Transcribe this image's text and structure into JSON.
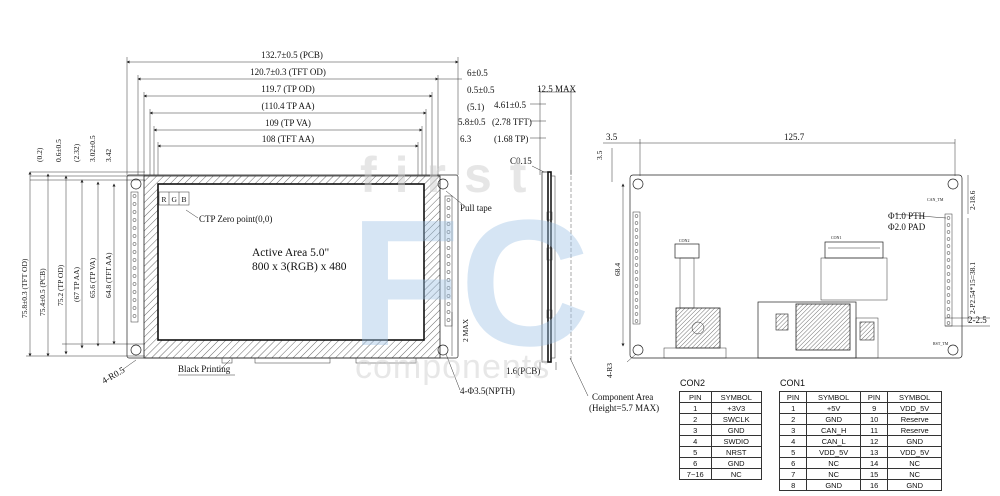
{
  "watermark": {
    "top": "first",
    "main": "FC",
    "bottom": "components"
  },
  "front_view": {
    "dims_top": [
      "132.7±0.5 (PCB)",
      "120.7±0.3 (TFT OD)",
      "119.7 (TP OD)",
      "(110.4 TP AA)",
      "109 (TP VA)",
      "108 (TFT AA)"
    ],
    "dims_right": [
      "6±0.5",
      "0.5±0.5",
      "(5.1)",
      "5.8±0.5",
      "6.3"
    ],
    "dims_left": [
      "(0.2)",
      "0.6±0.5",
      "(2.32)",
      "3.02±0.5",
      "3.42"
    ],
    "dims_vertical": [
      "75.8±0.3 (TFT OD)",
      "75.4±0.5 (PCB)",
      "75.2 (TP OD)",
      "(67 TP AA)",
      "65.6 (TP VA)",
      "64.8 (TFT AA)"
    ],
    "rgb": [
      "R",
      "G",
      "B"
    ],
    "ctp_zero": "CTP Zero point(0,0)",
    "active_area_line1": "Active Area 5.0\"",
    "active_area_line2": "800 x 3(RGB) x 480",
    "pull_tape": "Pull tape",
    "two_max": "2 MAX",
    "corner_radius": "4-R0.5",
    "black_printing": "Black Printing",
    "holes": "4-Φ3.5(NPTH)"
  },
  "side_view": {
    "max_height": "12.5 MAX",
    "dims": [
      "4.61±0.5",
      "(2.78 TFT)",
      "(1.68 TP)"
    ],
    "c_label": "C0.15",
    "pcb_thickness": "1.6(PCB)",
    "component_area_line1": "Component Area",
    "component_area_line2": "(Height=5.7 MAX)"
  },
  "back_view": {
    "offset_x": "3.5",
    "width": "125.7",
    "offset_y": "3.5",
    "height": "68.4",
    "corner": "4-R3",
    "pth": "Φ1.0 PTH",
    "pad": "Φ2.0 PAD",
    "pitch_a": "2-18.6",
    "pitch_b": "2-P2.54*15=38.1",
    "pitch_c": "2-2.5"
  },
  "con2": {
    "title": "CON2",
    "headers": [
      "PIN",
      "SYMBOL"
    ],
    "rows": [
      [
        "1",
        "+3V3"
      ],
      [
        "2",
        "SWCLK"
      ],
      [
        "3",
        "GND"
      ],
      [
        "4",
        "SWDIO"
      ],
      [
        "5",
        "NRST"
      ],
      [
        "6",
        "GND"
      ],
      [
        "7~16",
        "NC"
      ]
    ]
  },
  "con1": {
    "title": "CON1",
    "headers": [
      "PIN",
      "SYMBOL",
      "PIN",
      "SYMBOL"
    ],
    "rows": [
      [
        "1",
        "+5V",
        "9",
        "VDD_5V"
      ],
      [
        "2",
        "GND",
        "10",
        "Reserve"
      ],
      [
        "3",
        "CAN_H",
        "11",
        "Reserve"
      ],
      [
        "4",
        "CAN_L",
        "12",
        "GND"
      ],
      [
        "5",
        "VDD_5V",
        "13",
        "VDD_5V"
      ],
      [
        "6",
        "NC",
        "14",
        "NC"
      ],
      [
        "7",
        "NC",
        "15",
        "NC"
      ],
      [
        "8",
        "GND",
        "16",
        "GND"
      ]
    ]
  }
}
